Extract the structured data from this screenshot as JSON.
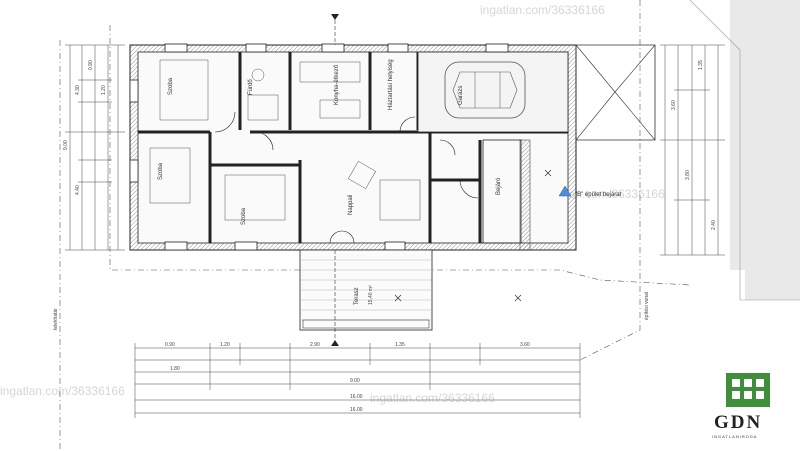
{
  "rooms": {
    "bedroom_1": "Szoba",
    "bath": "Fürdő",
    "kitchen": "Konyha-étkező",
    "utility": "Háztartási helyiség",
    "garage": "Garázs",
    "room_2": "Szoba",
    "room_3": "Szoba",
    "living": "Nappali",
    "entrance": "Bejáró",
    "terrace": "Terasz",
    "terrace_area": "15,40 m²",
    "entry_note": "\"B\" épület bejárat",
    "property_line": "telekhatár",
    "building_line": "építési vonal"
  },
  "dimensions": {
    "d1": "0.90",
    "d2": "1.20",
    "d3": "3.60",
    "d4": "2.90",
    "d5": "1.35",
    "d6": "9.00",
    "d7": "16.00",
    "d8": "4.30",
    "d9": "3.80",
    "d10": "2.40",
    "d11": "1.80",
    "d12": "4.40"
  },
  "watermarks": {
    "wm1": "ingatlan.com/36336166",
    "wm2": "ingatlan.com/36336166",
    "wm3": "ingatlan.com/36336166",
    "wm4": "ingatlan.com/36336166"
  },
  "logo": {
    "name": "GDN",
    "tagline": "INGATLANIRODA",
    "green": "#3f8f3a"
  }
}
